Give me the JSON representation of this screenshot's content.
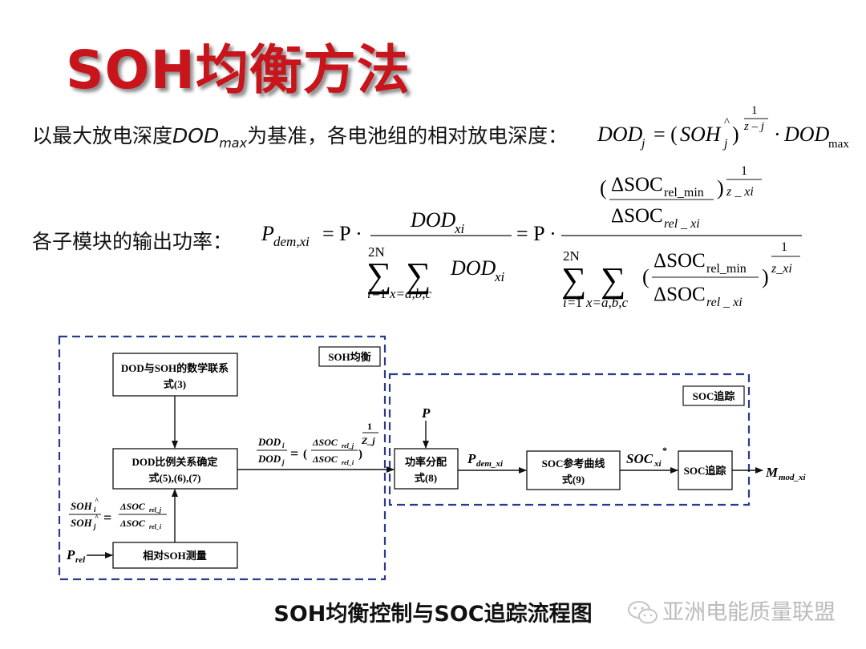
{
  "slide": {
    "title": "SOH均衡方法",
    "line1_text_a": "以最大放电深度",
    "line1_text_b": "为基准，各电池组的相对放电深度：",
    "line2_text": "各子模块的输出功率：",
    "caption": "SOH均衡控制与SOC追踪流程图",
    "watermark": "亚洲电能质量联盟"
  },
  "diagram": {
    "group_soh_label": "SOH均衡",
    "group_soc_label": "SOC追踪",
    "box_dod_soh_l1": "DOD与SOH的数学联系",
    "box_dod_soh_l2": "式(3)",
    "box_dod_ratio_l1": "DOD比例关系确定",
    "box_dod_ratio_l2": "式(5),(6),(7)",
    "box_rel_soh": "相对SOH测量",
    "box_power_l1": "功率分配",
    "box_power_l2": "式(8)",
    "box_soc_curve_l1": "SOC参考曲线",
    "box_soc_curve_l2": "式(9)",
    "box_soc_track": "SOC追踪",
    "sig_P": "P",
    "sig_Prel": "P",
    "sig_Prel_sub": "rel",
    "sig_Pdem": "P",
    "sig_Pdem_sub": "dem_xi",
    "sig_SOC": "SOC",
    "sig_SOC_sub": "xi",
    "sig_SOC_sup": "*",
    "sig_M": "M",
    "sig_M_sub": "mod_xi"
  }
}
